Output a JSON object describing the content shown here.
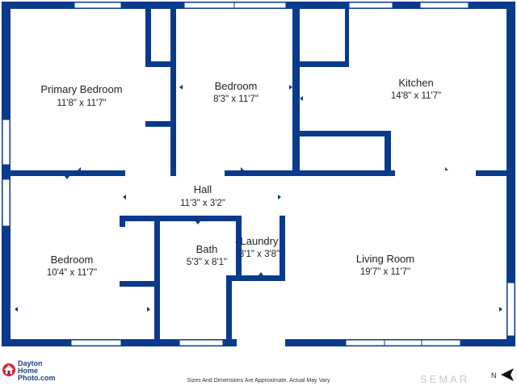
{
  "rooms": {
    "primary_bedroom": {
      "name": "Primary Bedroom",
      "dims": "11'8\" x 11'7\""
    },
    "bedroom_top": {
      "name": "Bedroom",
      "dims": "8'3\" x 11'7\""
    },
    "kitchen": {
      "name": "Kitchen",
      "dims": "14'8\" x 11'7\""
    },
    "hall": {
      "name": "Hall",
      "dims": "11'3\" x 3'2\""
    },
    "bedroom_left": {
      "name": "Bedroom",
      "dims": "10'4\" x 11'7\""
    },
    "bath": {
      "name": "Bath",
      "dims": "5'3\" x 8'1\""
    },
    "laundry": {
      "name": "Laundry",
      "dims": "3'1\" x 3'8\""
    },
    "living_room": {
      "name": "Living Room",
      "dims": "19'7\" x 11'7\""
    }
  },
  "footer": {
    "brand_line1": "Dayton",
    "brand_line2": "Home",
    "brand_line3": "Photo.com",
    "disclaimer": "Sizes And Dimensions Are Approximate. Actual May Vary",
    "watermark": "SEMAR"
  },
  "compass_icon": "north-arrow-icon",
  "colors": {
    "wall": "#0a3a8c",
    "window": "#ffffff",
    "brand_red": "#d9282f",
    "brand_blue": "#1f3f8a"
  }
}
